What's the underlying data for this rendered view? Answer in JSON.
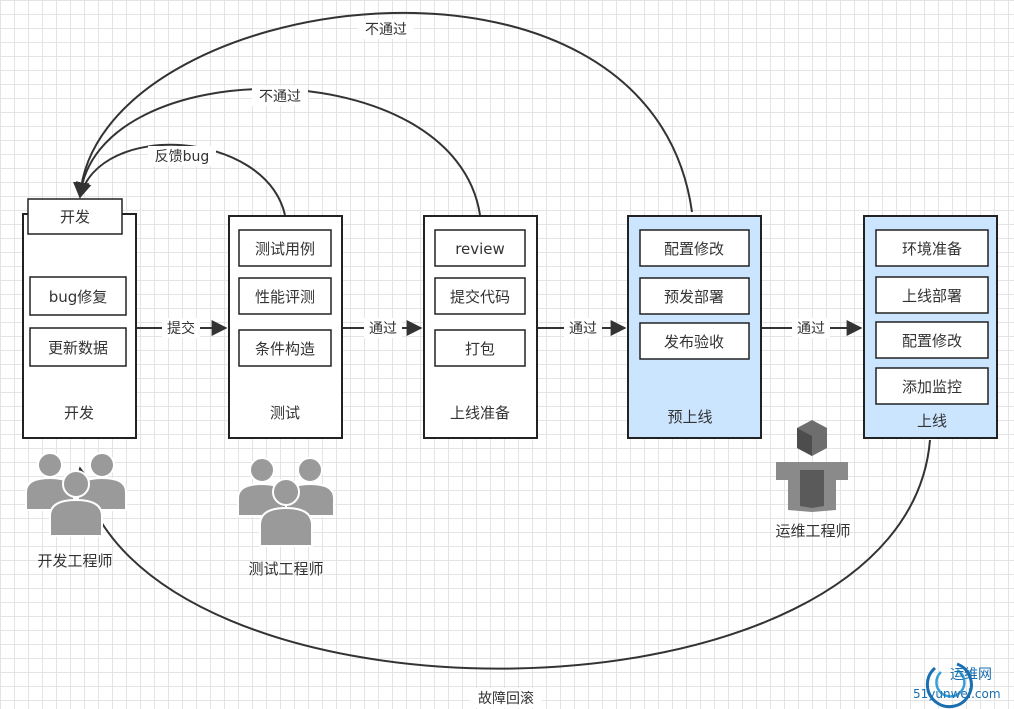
{
  "stages": {
    "dev": {
      "header": "开发",
      "items": [
        "bug修复",
        "更新数据"
      ],
      "footer": "开发"
    },
    "test": {
      "items": [
        "测试用例",
        "性能评测",
        "条件构造"
      ],
      "footer": "测试"
    },
    "prep": {
      "items": [
        "review",
        "提交代码",
        "打包"
      ],
      "footer": "上线准备"
    },
    "pre": {
      "items": [
        "配置修改",
        "预发部署",
        "发布验收"
      ],
      "footer": "预上线"
    },
    "online": {
      "items": [
        "环境准备",
        "上线部署",
        "配置修改",
        "添加监控"
      ],
      "footer": "上线"
    }
  },
  "edges": {
    "submit": "提交",
    "pass1": "通过",
    "pass2": "通过",
    "pass3": "通过",
    "feedback": "反馈bug",
    "fail1": "不通过",
    "fail2": "不通过",
    "rollback": "故障回滚"
  },
  "roles": {
    "dev": "开发工程师",
    "test": "测试工程师",
    "ops": "运维工程师"
  },
  "colors": {
    "blue_stage": "#cce5ff",
    "stroke": "#222222",
    "watermark": "#1a6fb0"
  },
  "watermark": {
    "brand": "运维网",
    "site": "51yunwei.com"
  }
}
